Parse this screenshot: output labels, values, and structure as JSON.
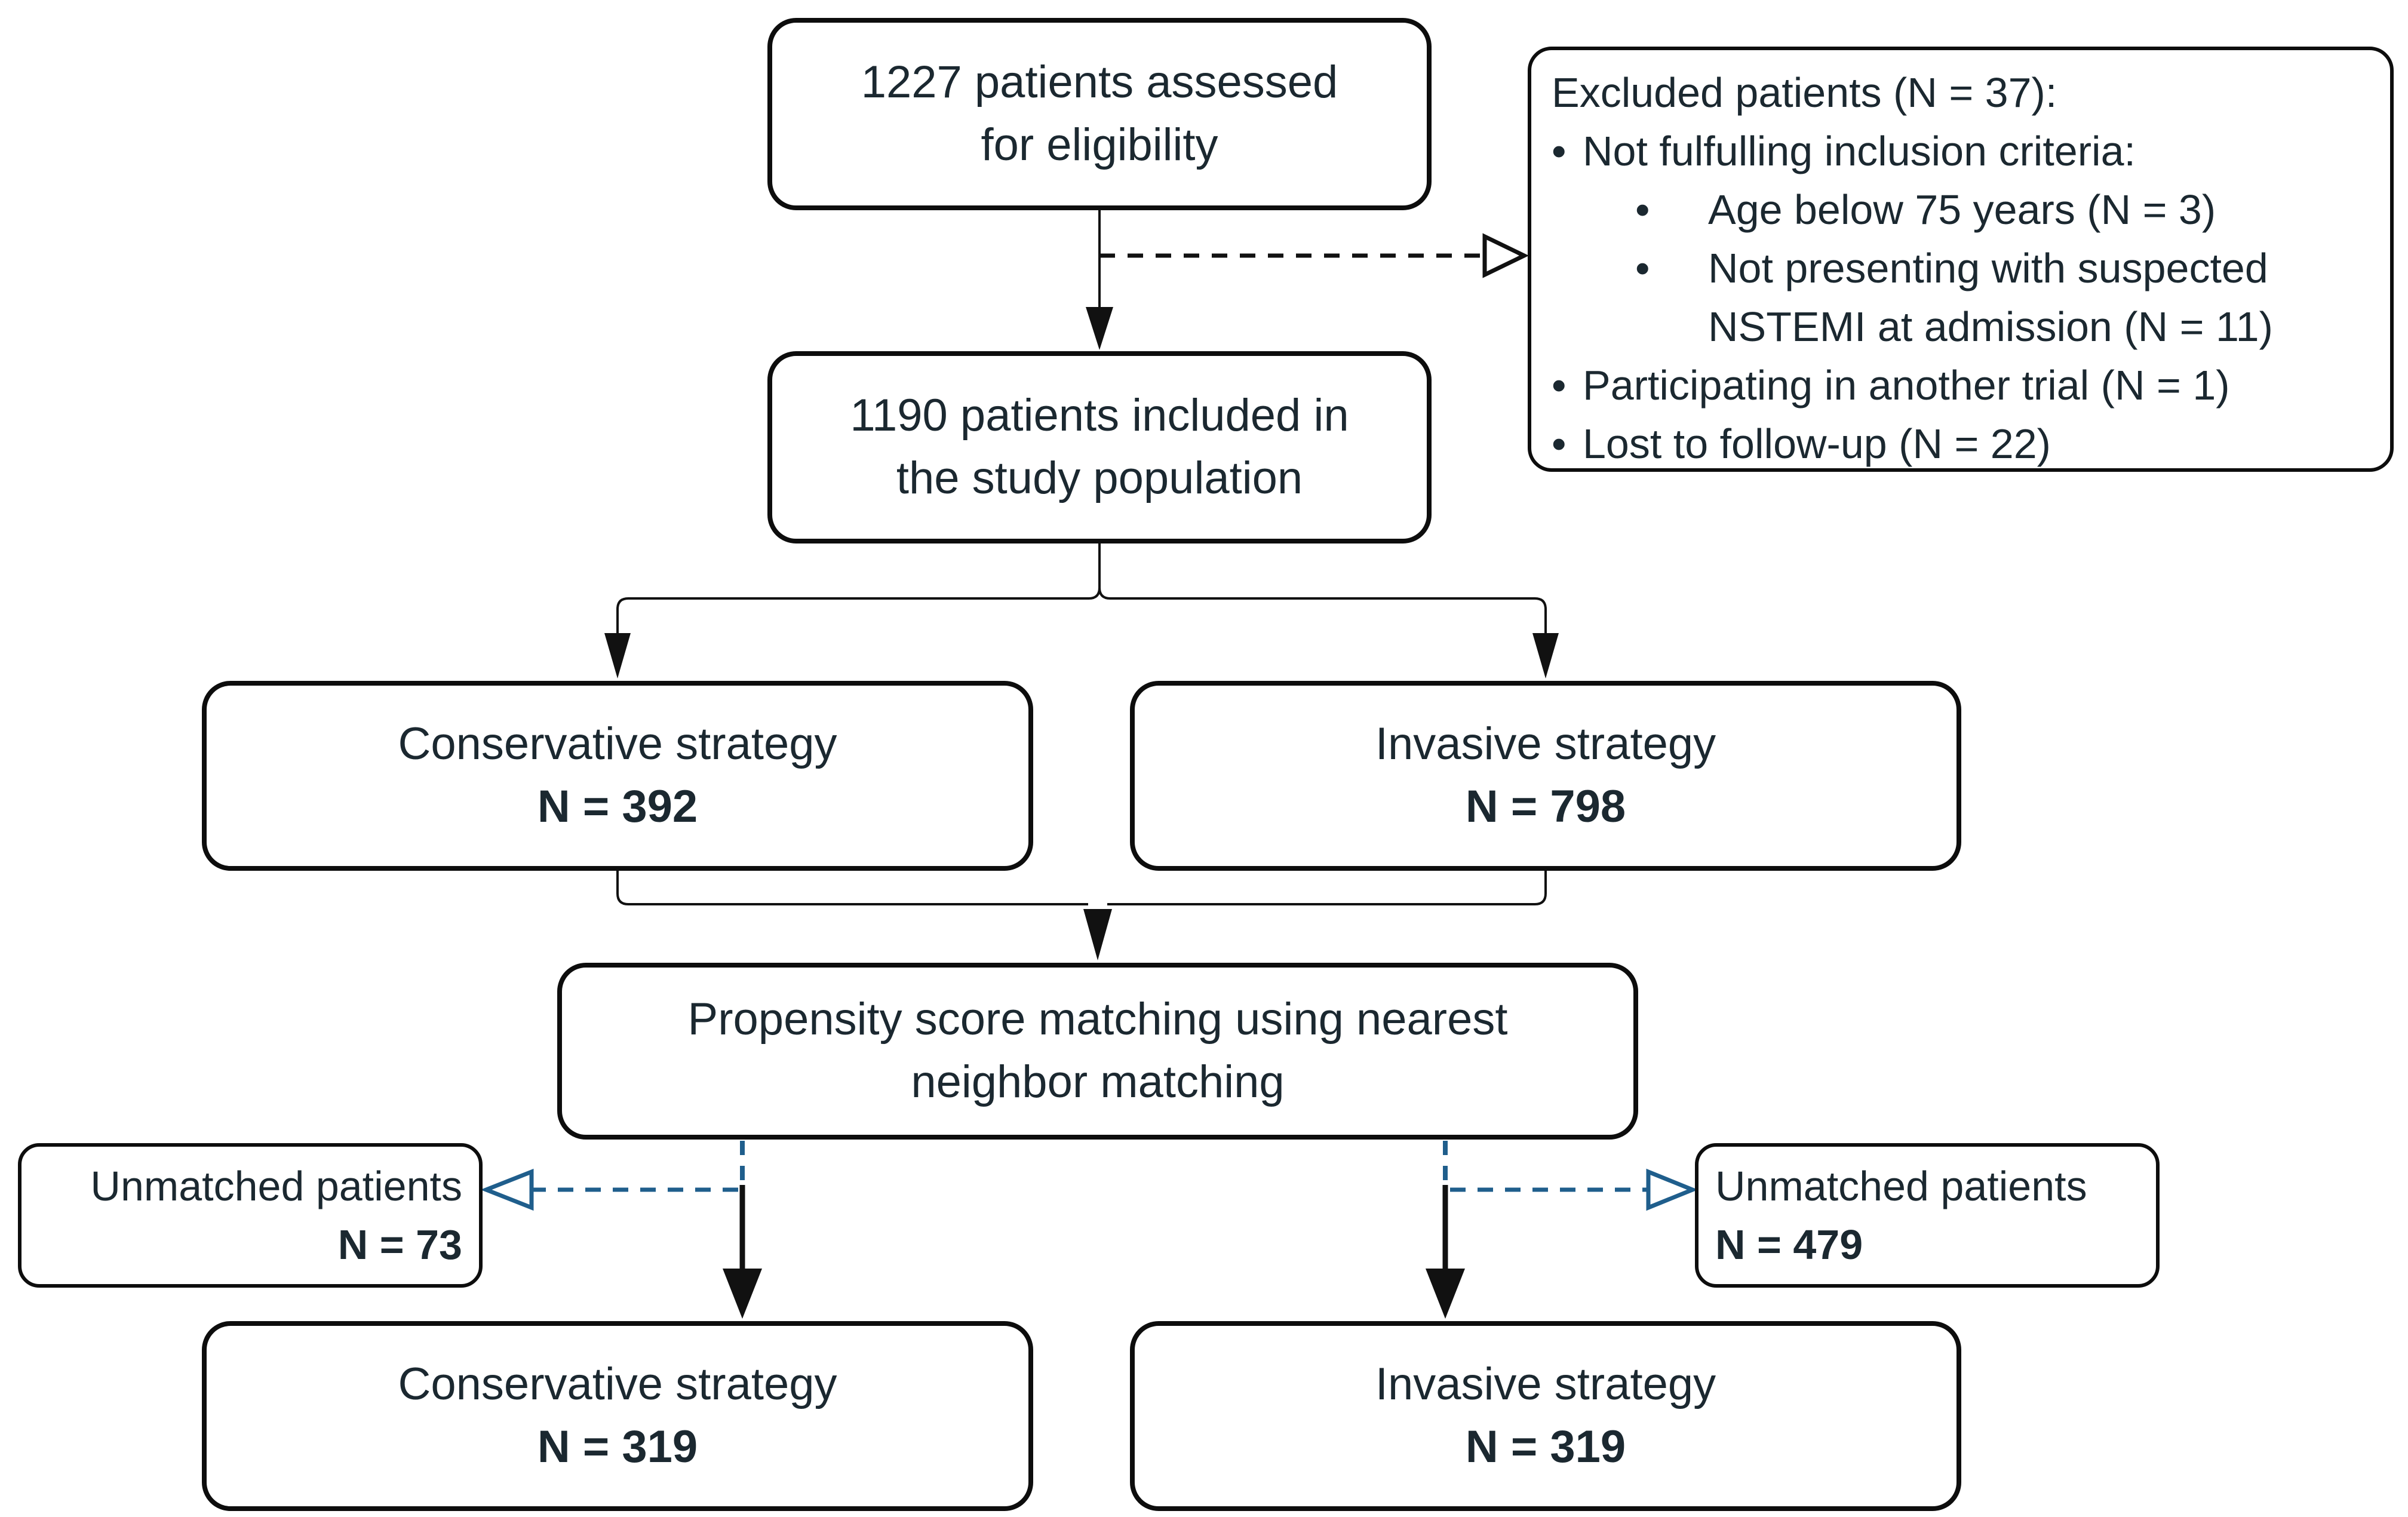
{
  "diagram": {
    "boxes": {
      "assessed": {
        "lines": [
          "1227 patients assessed",
          "for eligibility"
        ]
      },
      "excluded": {
        "title": "Excluded patients (N = 37):",
        "bullet": "•",
        "items": [
          {
            "level": 1,
            "text": "Not fulfulling inclusion criteria:"
          },
          {
            "level": 2,
            "text": "Age below 75 years (N = 3)"
          },
          {
            "level": 2,
            "text": "Not presenting with suspected NSTEMI at admission (N = 11)"
          },
          {
            "level": 1,
            "text": "Participating in another trial (N = 1)"
          },
          {
            "level": 1,
            "text": "Lost to follow-up (N = 22)"
          }
        ]
      },
      "included": {
        "lines": [
          "1190 patients included in",
          "the study population"
        ]
      },
      "conservative_prematch": {
        "title": "Conservative strategy",
        "n": "N = 392"
      },
      "invasive_prematch": {
        "title": "Invasive strategy",
        "n": "N = 798"
      },
      "matching": {
        "lines": [
          "Propensity score matching using nearest",
          "neighbor matching"
        ]
      },
      "unmatched_left": {
        "title": "Unmatched patients",
        "n": "N = 73"
      },
      "unmatched_right": {
        "title": "Unmatched patients",
        "n": "N = 479"
      },
      "conservative_matched": {
        "title": "Conservative strategy",
        "n": "N = 319"
      },
      "invasive_matched": {
        "title": "Invasive strategy",
        "n": "N = 319"
      }
    },
    "colors": {
      "text": "#1b2830",
      "border": "#0d0d0d",
      "line": "#111111",
      "dashed_accent": "#1f5e8c",
      "background": "#ffffff"
    }
  }
}
